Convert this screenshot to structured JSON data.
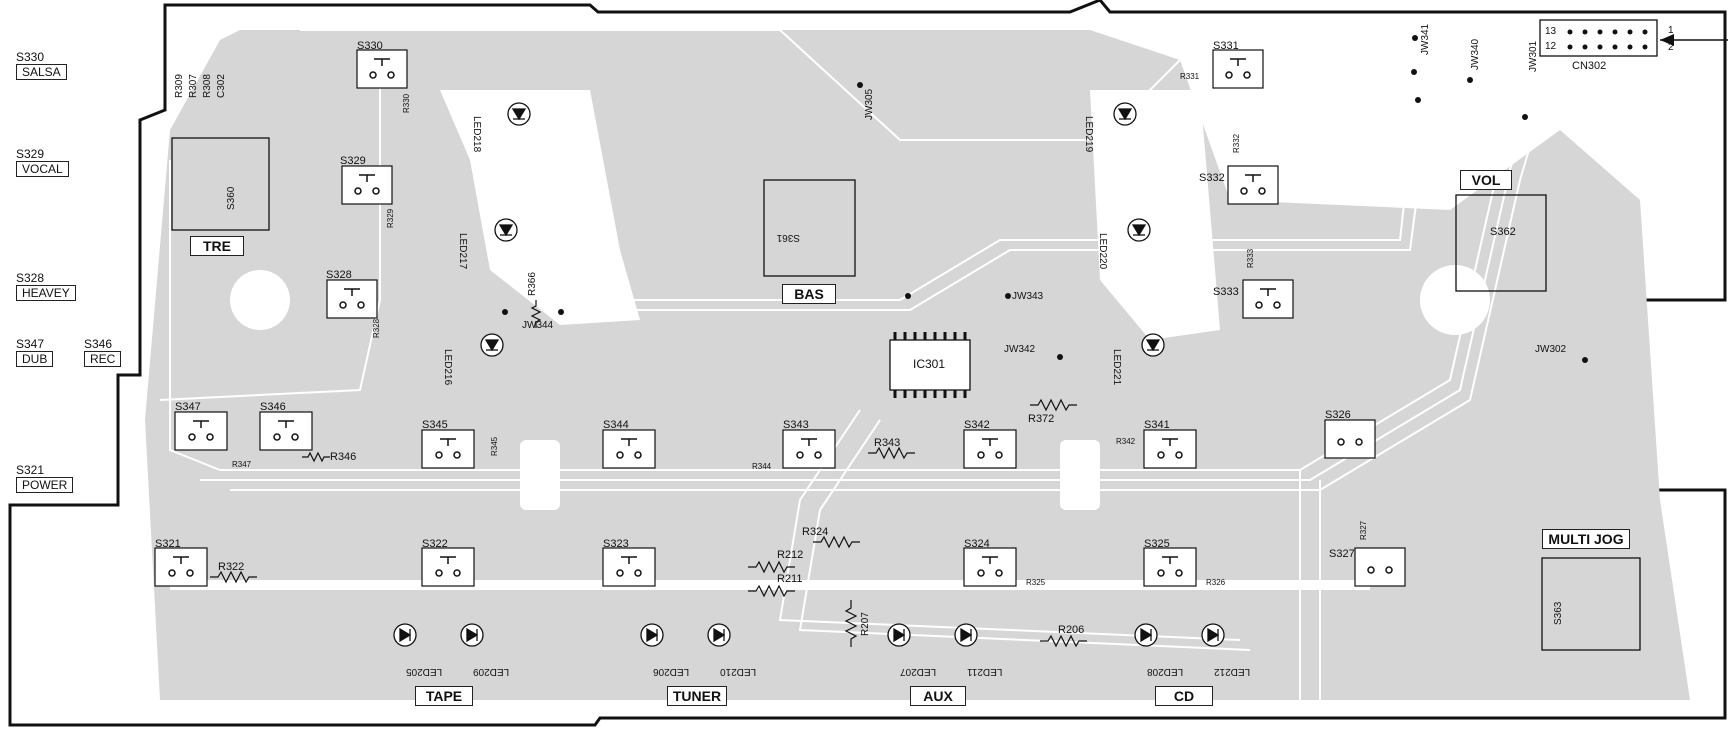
{
  "legend": [
    {
      "ref": "S330",
      "name": "SALSA"
    },
    {
      "ref": "S329",
      "name": "VOCAL"
    },
    {
      "ref": "S328",
      "name": "HEAVEY"
    },
    {
      "ref": "S347",
      "name": "DUB"
    },
    {
      "ref": "S346",
      "name": "REC"
    },
    {
      "ref": "S321",
      "name": "POWER"
    }
  ],
  "section_labels": {
    "tre": "TRE",
    "bas": "BAS",
    "vol": "VOL",
    "multi_jog": "MULTI JOG",
    "tape": "TAPE",
    "tuner": "TUNER",
    "aux": "AUX",
    "cd": "CD"
  },
  "connector": {
    "name": "CN302",
    "pin13": "13",
    "pin12": "12",
    "pin1": "1",
    "pin2": "2"
  },
  "chip": {
    "name": "IC301"
  },
  "controls": {
    "s360": "S360",
    "s361": "S361",
    "s362": "S362",
    "s363": "S363"
  },
  "switches": {
    "s330": "S330",
    "s329": "S329",
    "s328": "S328",
    "s347": "S347",
    "s346": "S346",
    "s345": "S345",
    "s344": "S344",
    "s343": "S343",
    "s342": "S342",
    "s341": "S341",
    "s331": "S331",
    "s332": "S332",
    "s333": "S333",
    "s326": "S326",
    "s327": "S327",
    "s321": "S321",
    "s322": "S322",
    "s323": "S323",
    "s324": "S324",
    "s325": "S325"
  },
  "leds": {
    "led205": "LED205",
    "led209": "LED209",
    "led206": "LED206",
    "led210": "LED210",
    "led207": "LED207",
    "led211": "LED211",
    "led208": "LED208",
    "led212": "LED212",
    "led218": "LED218",
    "led217": "LED217",
    "led216": "LED216",
    "led219": "LED219",
    "led220": "LED220",
    "led221": "LED221"
  },
  "jumpers": {
    "jw344": "JW344",
    "jw343": "JW343",
    "jw342": "JW342",
    "jw341": "JW341",
    "jw340": "JW340",
    "jw302": "JW302",
    "jw305": "JW305",
    "jw301": "JW301"
  },
  "resistors": {
    "r322": "R322",
    "r346": "R346",
    "r343": "R343",
    "r372": "R372",
    "r366": "R366",
    "r324": "R324",
    "r212": "R212",
    "r211": "R211",
    "r207": "R207",
    "r206": "R206",
    "r309": "R309",
    "r307": "R307",
    "r308": "R308",
    "c302": "C302",
    "r347": "R347",
    "r345": "R345",
    "r344": "R344",
    "r342": "R342",
    "r325": "R325",
    "r326": "R326",
    "r327": "R327",
    "r328": "R328",
    "r329": "R329",
    "r330": "R330",
    "r331": "R331",
    "r332": "R332",
    "r333": "R333"
  }
}
